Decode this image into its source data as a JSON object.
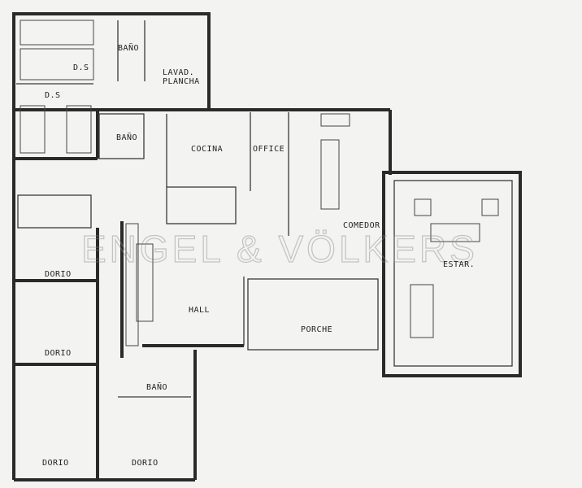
{
  "plan": {
    "rooms": {
      "ds_top": "D.S",
      "bano_top": "BAÑO",
      "lavad": "LAVAD.",
      "plancha": "PLANCHA",
      "ds_second": "D.S",
      "bano_mid": "BAÑO",
      "cocina": "COCINA",
      "office": "OFFICE",
      "comedor": "COMEDOR",
      "estar": "ESTAR.",
      "hall": "HALL",
      "porche": "PORCHE",
      "dorio_1": "DORIO",
      "dorio_2": "DORIO",
      "bano_bottom": "BAÑO",
      "dorio_3": "DORIO",
      "dorio_4": "DORIO"
    },
    "watermark": "ENGEL & VÖLKERS",
    "colors": {
      "ink": "#2a2a2a",
      "paper": "#f3f3f1"
    }
  }
}
